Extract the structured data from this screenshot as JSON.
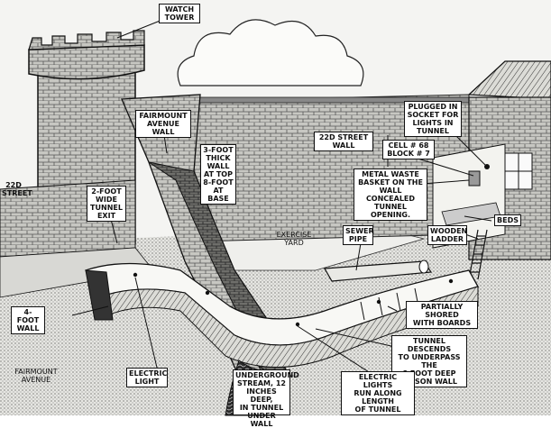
{
  "labels": {
    "watch_tower": "WATCH\nTOWER",
    "fairmount_wall": "FAIRMOUNT\nAVENUE\nWALL",
    "street22_wall": "22d STREET\nWALL",
    "plugged_socket": "PLUGGED IN\nSOCKET FOR\nLIGHTS IN\nTUNNEL",
    "cell": "CELL # 68\nBLOCK # 7",
    "metal_basket": "METAL WASTE\nBASKET ON THE\nWALL CONCEALED\nTUNNEL OPENING.",
    "three_foot_wall": "3-FOOT\nTHICK\nWALL\nAT TOP\n8-FOOT\nAT BASE",
    "street22": "22d\nSTREET",
    "tunnel_exit": "2-FOOT\nWIDE\nTUNNEL\nEXIT",
    "beds": "BEDS",
    "wooden_ladder": "WOODEN\nLADDER",
    "sewer_pipe": "SEWER\nPIPE",
    "exercise_yard": "EXERCISE\nYARD",
    "partially_shored": "PARTIALLY SHORED\nWITH BOARDS",
    "four_foot_wall": "4-FOOT\nWALL",
    "tunnel_descends": "TUNNEL DESCENDS\nTO UNDERPASS THE\n8 FOOT DEEP\nPRISON WALL",
    "fairmount_avenue": "FAIRMOUNT\nAVENUE",
    "electric_light": "ELECTRIC\nLIGHT",
    "underground_stream": "UNDERGROUND\nSTREAM, 12\nINCHES DEEP,\nIN TUNNEL\nUNDER WALL",
    "electric_lights_run": "ELECTRIC LIGHTS\nRUN ALONG LENGTH\nOF TUNNEL"
  },
  "colors": {
    "ink": "#111111",
    "paper": "#f4f4f2",
    "stone": "#b9b9b4",
    "dark_stone": "#6e6e6a"
  }
}
